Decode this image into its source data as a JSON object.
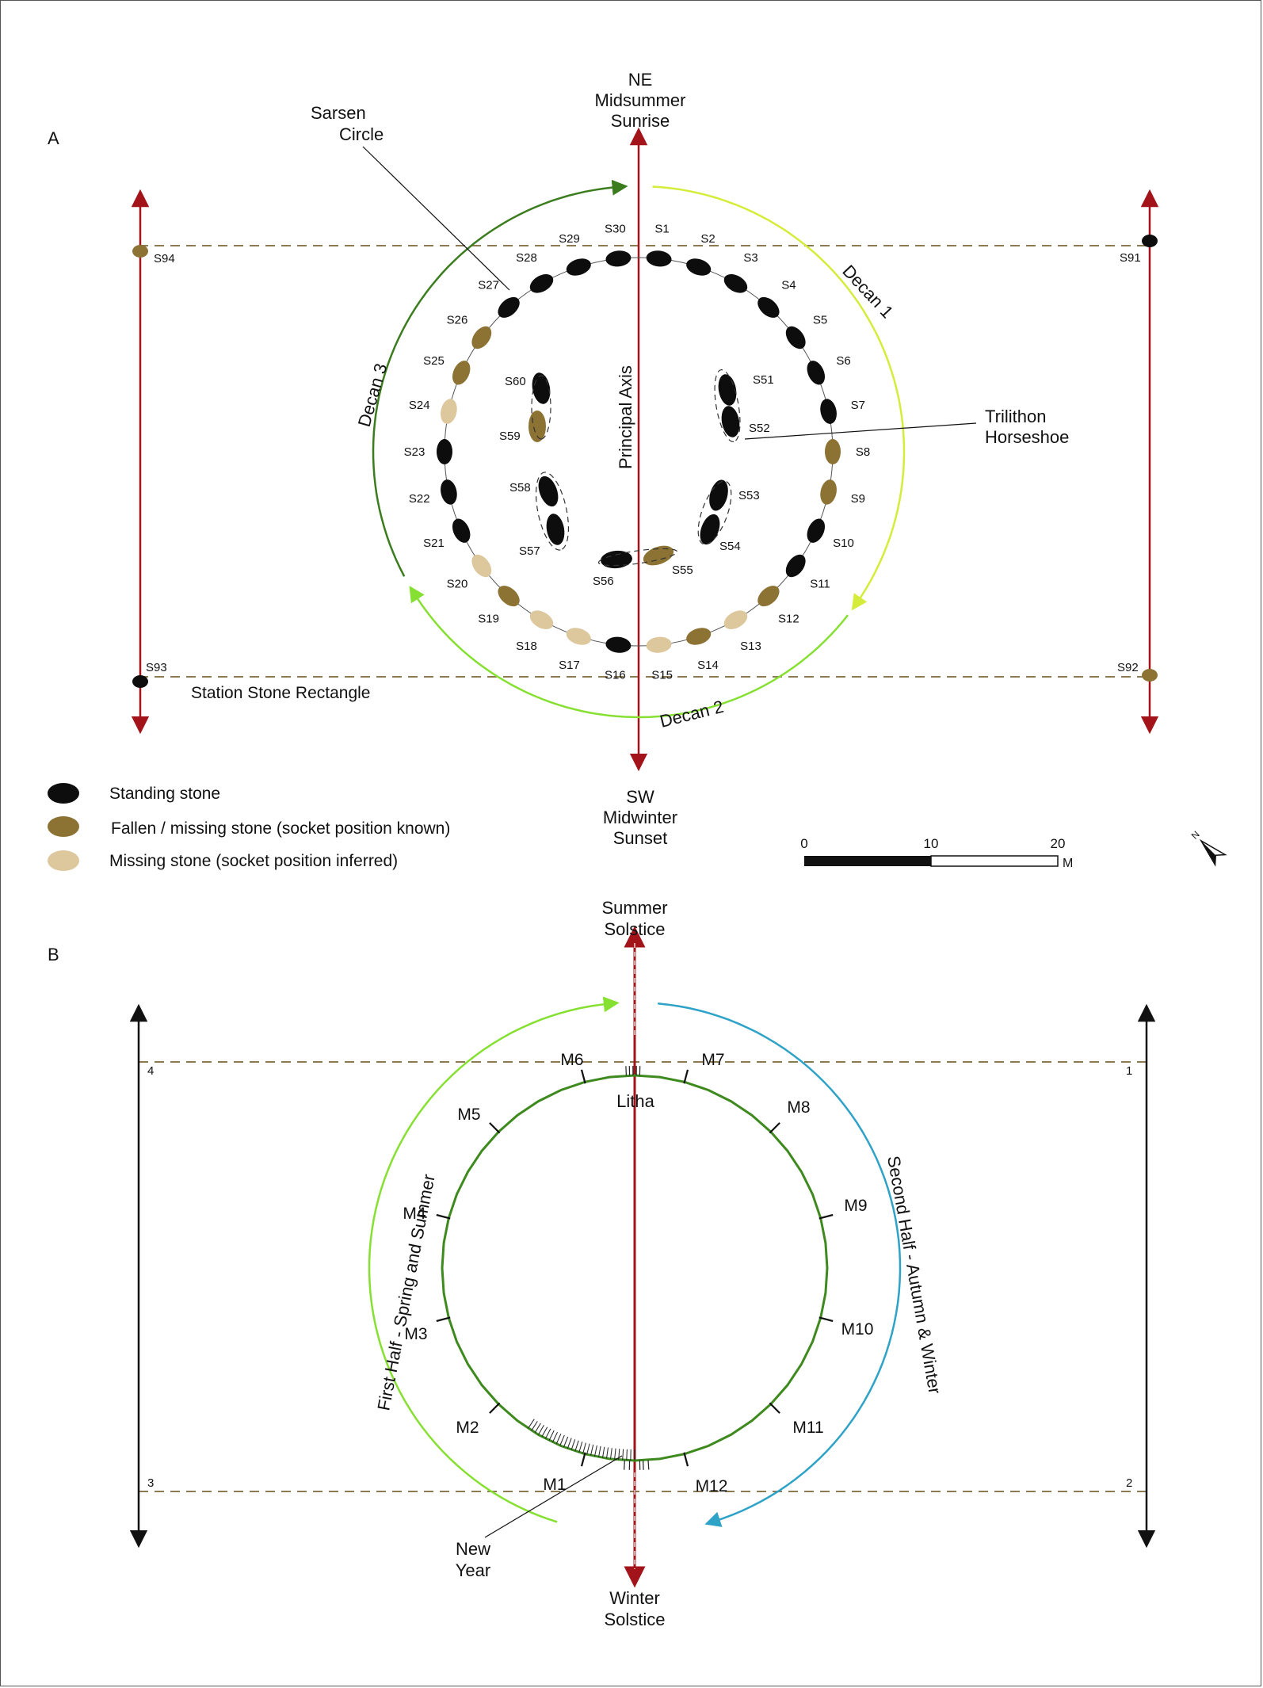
{
  "panel_a": {
    "panel_label": "A",
    "top_direction": [
      "NE",
      "Midsummer",
      "Sunrise"
    ],
    "bottom_direction": [
      "SW",
      "Midwinter",
      "Sunset"
    ],
    "sarsen_circle_label": [
      "Sarsen",
      "Circle"
    ],
    "trilithon_label": [
      "Trilithon",
      "Horseshoe"
    ],
    "principal_axis_label": "Principal Axis",
    "station_rectangle_label": "Station Stone Rectangle",
    "decans": [
      "Decan 1",
      "Decan 2",
      "Decan 3"
    ],
    "station_stones": [
      "S91",
      "S92",
      "S93",
      "S94"
    ],
    "sarsen_stones": [
      "S1",
      "S2",
      "S3",
      "S4",
      "S5",
      "S6",
      "S7",
      "S8",
      "S9",
      "S10",
      "S11",
      "S12",
      "S13",
      "S14",
      "S15",
      "S16",
      "S17",
      "S18",
      "S19",
      "S20",
      "S21",
      "S22",
      "S23",
      "S24",
      "S25",
      "S26",
      "S27",
      "S28",
      "S29",
      "S30"
    ],
    "trilithon_stones": [
      "S51",
      "S52",
      "S53",
      "S54",
      "S55",
      "S56",
      "S57",
      "S58",
      "S59",
      "S60"
    ],
    "stone_status": {
      "standing": [
        "S1",
        "S2",
        "S3",
        "S4",
        "S5",
        "S6",
        "S7",
        "S10",
        "S11",
        "S16",
        "S21",
        "S22",
        "S23",
        "S27",
        "S28",
        "S29",
        "S30",
        "S51",
        "S52",
        "S53",
        "S54",
        "S56",
        "S57",
        "S58",
        "S60",
        "S91",
        "S93"
      ],
      "fallen": [
        "S8",
        "S9",
        "S12",
        "S14",
        "S19",
        "S25",
        "S26",
        "S55",
        "S59",
        "S92",
        "S94"
      ],
      "inferred": [
        "S13",
        "S15",
        "S17",
        "S18",
        "S20",
        "S24"
      ]
    },
    "legend": [
      {
        "label": "Standing stone",
        "color": "#0d0d0d"
      },
      {
        "label": "Fallen / missing stone (socket position known)",
        "color": "#8c7334"
      },
      {
        "label": "Missing stone (socket position inferred)",
        "color": "#ddc79c"
      }
    ],
    "scale_bar": {
      "ticks": [
        "0",
        "10",
        "20"
      ],
      "unit": "M"
    },
    "north_arrow_label": "N"
  },
  "panel_b": {
    "panel_label": "B",
    "top_label": [
      "Summer",
      "Solstice"
    ],
    "bottom_label": [
      "Winter",
      "Solstice"
    ],
    "litha_label": "Litha",
    "new_year_label": [
      "New",
      "Year"
    ],
    "first_half_label": "First Half - Spring and Summer",
    "second_half_label": "Second Half - Autumn & Winter",
    "months": [
      "M1",
      "M2",
      "M3",
      "M4",
      "M5",
      "M6",
      "M7",
      "M8",
      "M9",
      "M10",
      "M11",
      "M12"
    ],
    "corner_numbers": [
      "1",
      "2",
      "3",
      "4"
    ]
  },
  "colors": {
    "axis_red": "#a3141a",
    "decan_dark_green": "#3b7d1e",
    "decan_yellow_green": "#d6ec3a",
    "decan_light_green": "#86e032",
    "circle_green": "#3e8a1f",
    "second_half_blue": "#2fa2c8",
    "dashed_olive": "#8c7a52",
    "standing": "#0d0d0d",
    "fallen": "#8c7334",
    "inferred": "#ddc79c"
  }
}
